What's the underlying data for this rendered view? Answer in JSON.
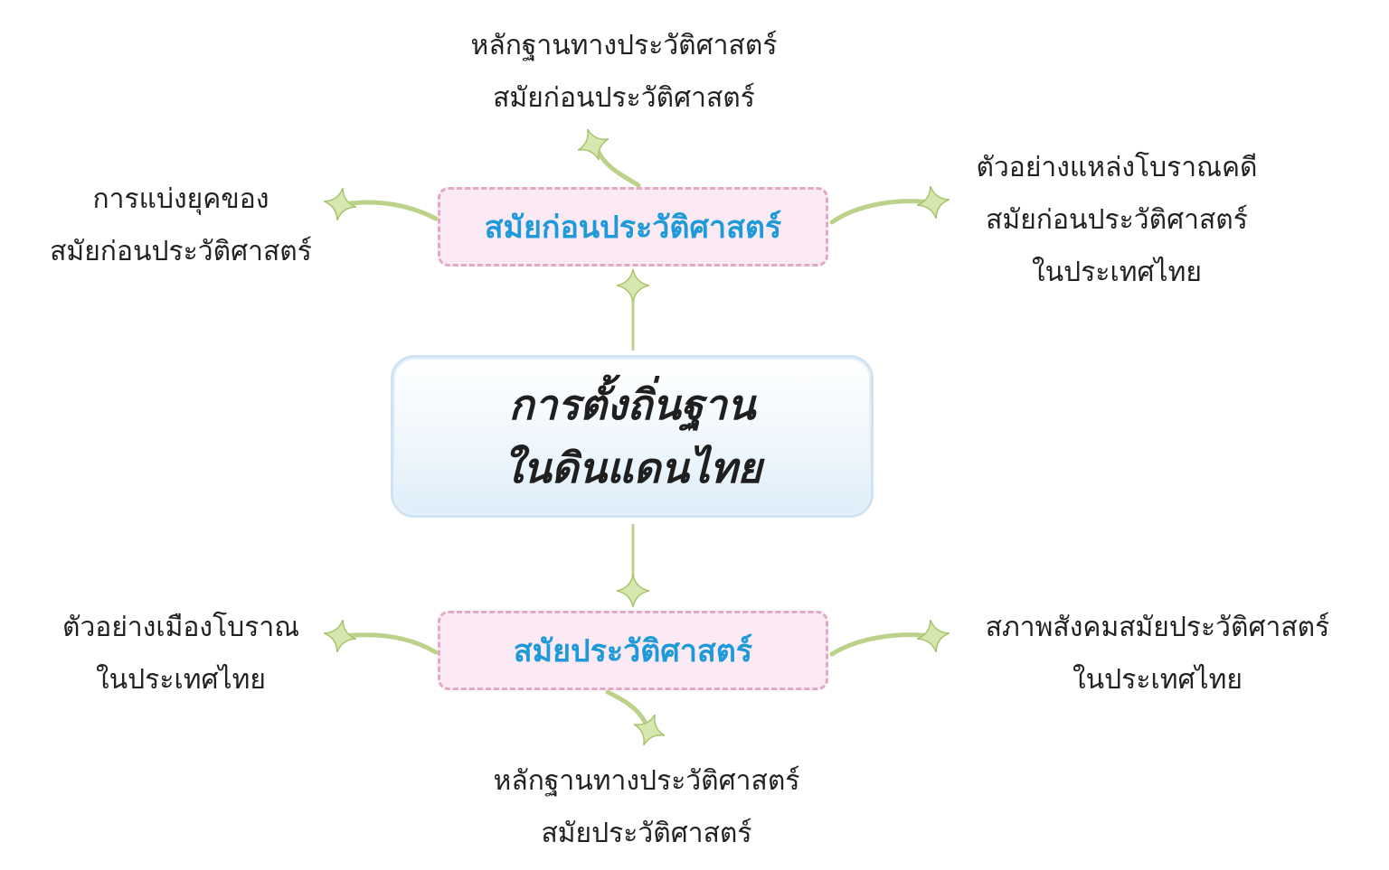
{
  "central_topic": {
    "line1": "การตั้งถิ่นฐาน",
    "line2": "ในดินแดนไทย"
  },
  "branches": {
    "prehistoric": {
      "label": "สมัยก่อนประวัติศาสตร์",
      "leaves": {
        "top": [
          "หลักฐานทางประวัติศาสตร์",
          "สมัยก่อนประวัติศาสตร์"
        ],
        "left": [
          "การแบ่งยุคของ",
          "สมัยก่อนประวัติศาสตร์"
        ],
        "right": [
          "ตัวอย่างแหล่งโบราณคดี",
          "สมัยก่อนประวัติศาสตร์",
          "ในประเทศไทย"
        ]
      }
    },
    "historic": {
      "label": "สมัยประวัติศาสตร์",
      "leaves": {
        "left": [
          "ตัวอย่างเมืองโบราณ",
          "ในประเทศไทย"
        ],
        "right": [
          "สภาพสังคมสมัยประวัติศาสตร์",
          "ในประเทศไทย"
        ],
        "bottom": [
          "หลักฐานทางประวัติศาสตร์",
          "สมัยประวัติศาสตร์"
        ]
      }
    }
  },
  "colors": {
    "connector": "#bcd28a",
    "sparkle_fill": "#d6e7b0",
    "sparkle_stroke": "#a9c46c",
    "period_text": "#1f9ad8",
    "period_fill": "#fbeaf4",
    "period_border": "#e3a8c8",
    "central_border": "#cfe3f3"
  }
}
